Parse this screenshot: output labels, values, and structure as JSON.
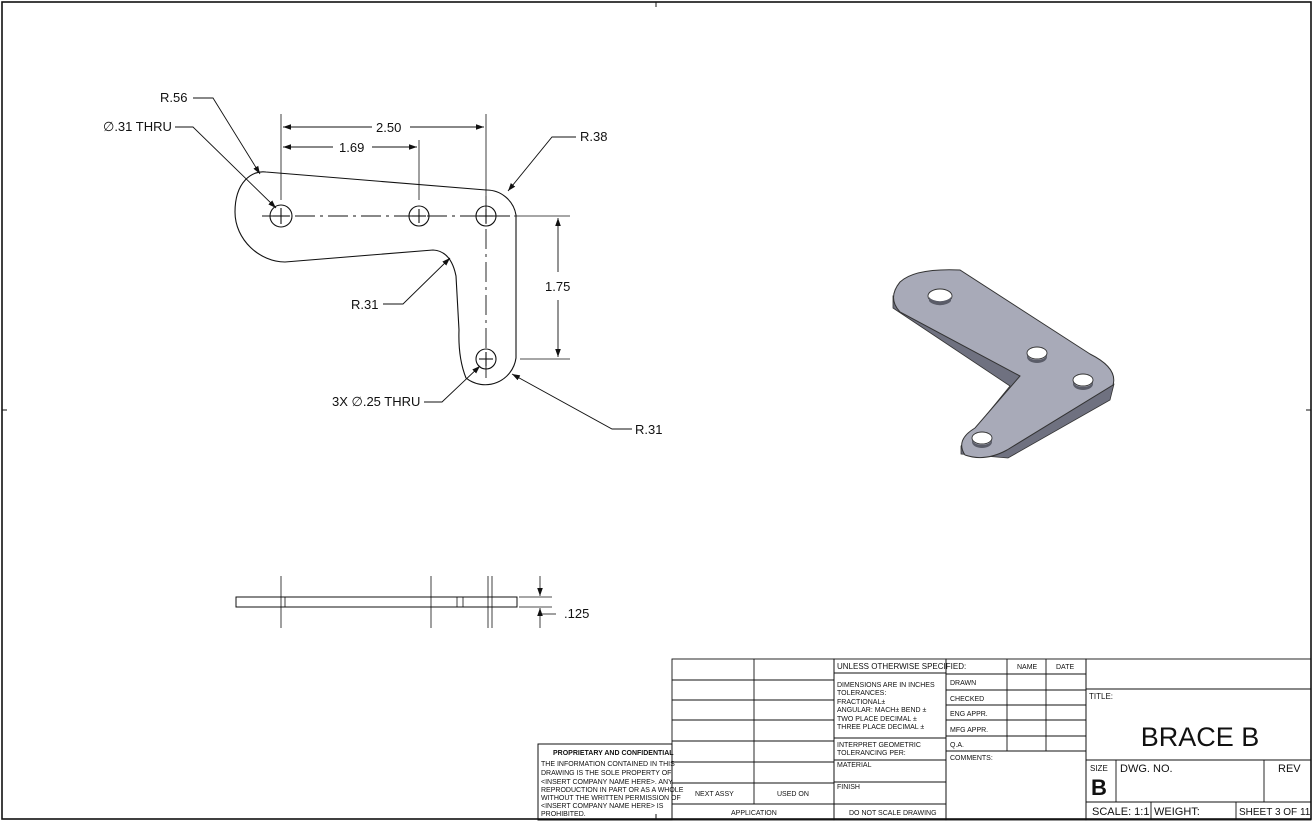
{
  "dimensions": {
    "r56": "R.56",
    "dia31": "∅.31 THRU",
    "d250": "2.50",
    "d169": "1.69",
    "r38": "R.38",
    "d175": "1.75",
    "r31_inner": "R.31",
    "holes": "3X ∅.25 THRU",
    "r31_outer": "R.31",
    "thickness": ".125"
  },
  "proprietary": {
    "heading": "PROPRIETARY AND CONFIDENTIAL",
    "lines": [
      "THE INFORMATION CONTAINED IN THIS",
      "DRAWING IS THE SOLE PROPERTY OF",
      "<INSERT COMPANY NAME HERE>.  ANY",
      "REPRODUCTION IN PART OR AS A WHOLE",
      "WITHOUT THE WRITTEN PERMISSION OF",
      "<INSERT COMPANY NAME HERE> IS",
      "PROHIBITED."
    ]
  },
  "application": {
    "next_assy": "NEXT ASSY",
    "used_on": "USED ON",
    "label": "APPLICATION"
  },
  "spec": {
    "header": "UNLESS OTHERWISE SPECIFIED:",
    "lines": [
      "DIMENSIONS ARE IN INCHES",
      "TOLERANCES:",
      "FRACTIONAL±",
      "ANGULAR: MACH±    BEND ±",
      "TWO PLACE DECIMAL   ±",
      "THREE PLACE DECIMAL  ±"
    ],
    "interpret_1": "INTERPRET GEOMETRIC",
    "interpret_2": "TOLERANCING PER:",
    "material": "MATERIAL",
    "finish": "FINISH",
    "no_scale": "DO NOT SCALE DRAWING"
  },
  "signoff": {
    "name_col": "NAME",
    "date_col": "DATE",
    "rows": [
      "DRAWN",
      "CHECKED",
      "ENG APPR.",
      "MFG APPR.",
      "Q.A."
    ],
    "comments": "COMMENTS:"
  },
  "titleblock": {
    "title_label": "TITLE:",
    "title": "BRACE B",
    "size_label": "SIZE",
    "size": "B",
    "dwg_no_label": "DWG.  NO.",
    "rev_label": "REV",
    "scale": "SCALE: 1:1",
    "weight": "WEIGHT:",
    "sheet": "SHEET 3 OF 11"
  },
  "colors": {
    "line": "#111111",
    "part_face": "#a8aab8",
    "part_edge": "#6f7180"
  }
}
